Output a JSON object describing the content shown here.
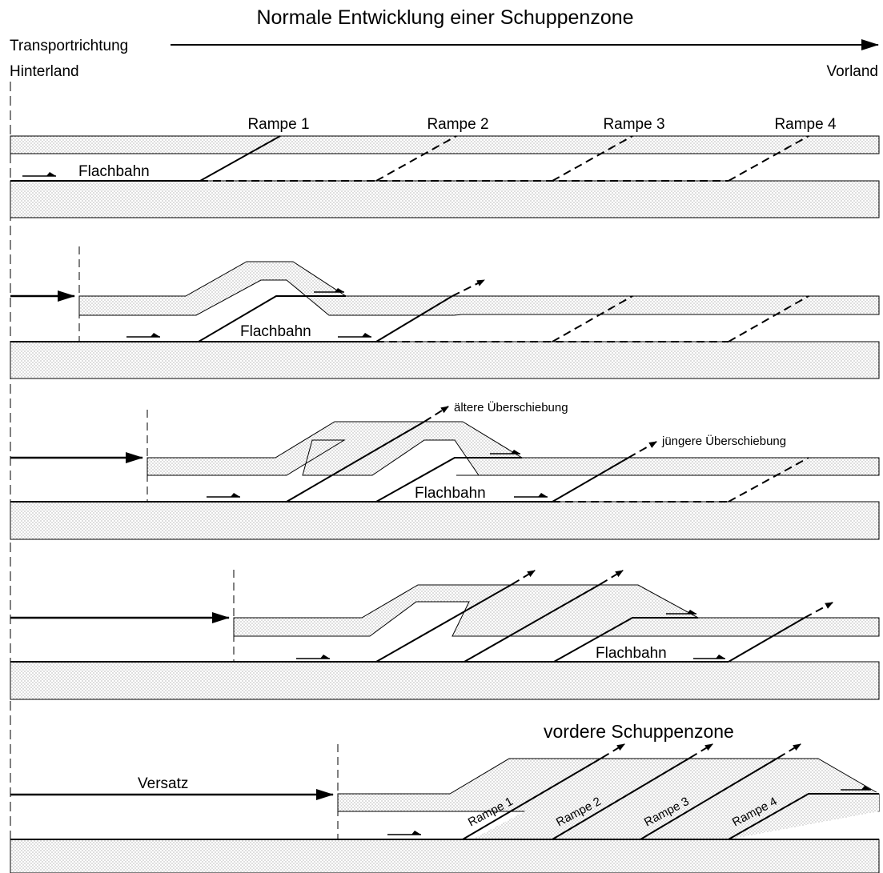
{
  "title": "Normale Entwicklung einer Schuppenzone",
  "direction": {
    "transport": "Transportrichtung",
    "hinterland": "Hinterland",
    "vorland": "Vorland"
  },
  "stage1": {
    "ramps": [
      "Rampe 1",
      "Rampe 2",
      "Rampe 3",
      "Rampe 4"
    ],
    "flat": "Flachbahn"
  },
  "stage2": {
    "flat": "Flachbahn"
  },
  "stage3": {
    "flat": "Flachbahn",
    "older_thrust": "ältere Überschiebung",
    "younger_thrust": "jüngere Überschiebung"
  },
  "stage4": {
    "flat": "Flachbahn"
  },
  "stage5": {
    "front_zone": "vordere Schuppenzone",
    "offset": "Versatz",
    "ramps": [
      "Rampe 1",
      "Rampe 2",
      "Rampe 3",
      "Rampe 4"
    ]
  },
  "colors": {
    "line": "#000000",
    "fill_dots": "#9a9a9a",
    "background": "#ffffff"
  }
}
